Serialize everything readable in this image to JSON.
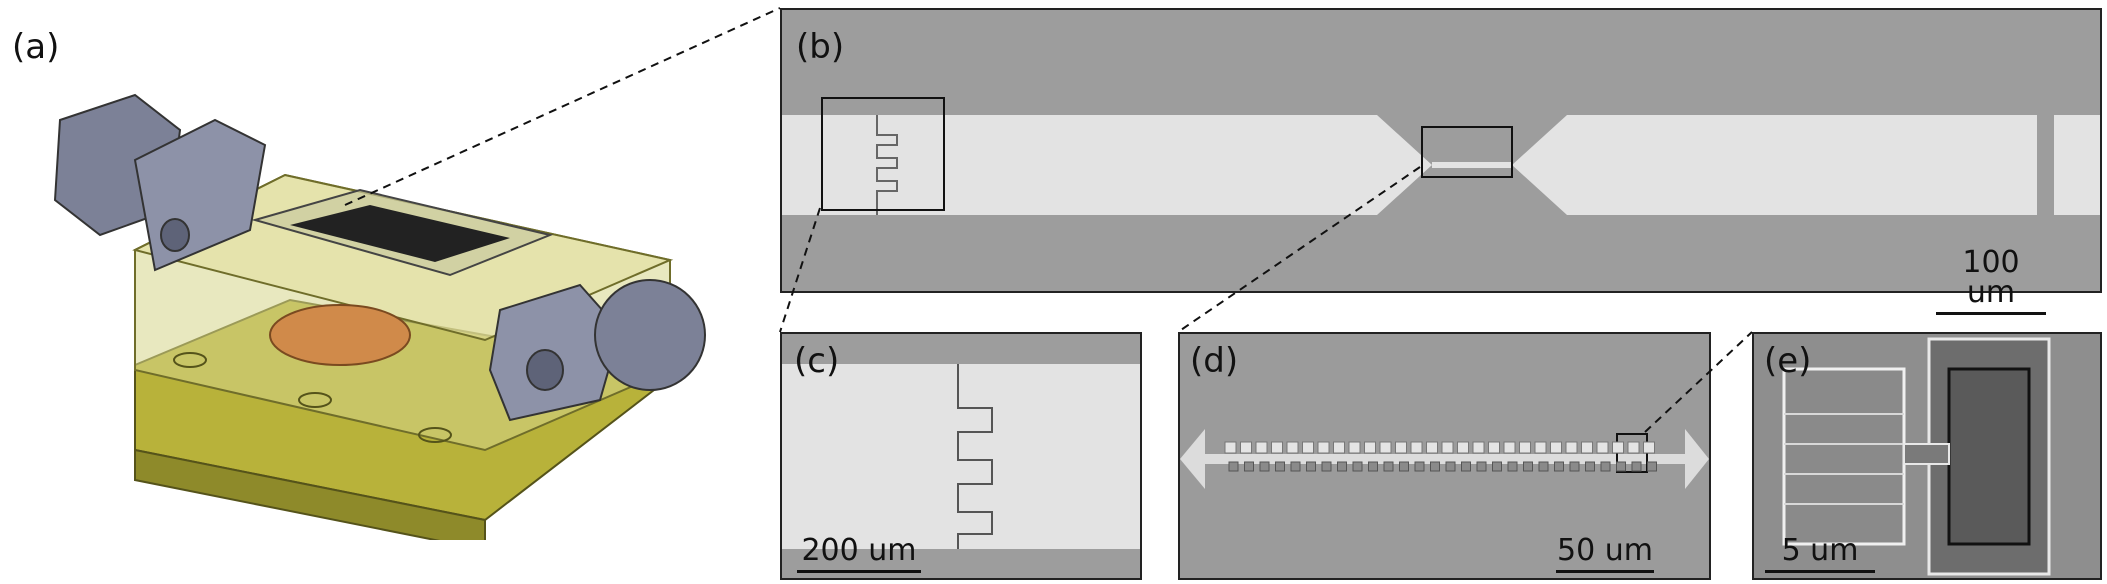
{
  "figure": {
    "panels": {
      "a": {
        "label": "(a)"
      },
      "b": {
        "label": "(b)",
        "scale_bar": "100 um"
      },
      "c": {
        "label": "(c)",
        "scale_bar": "200 um"
      },
      "d": {
        "label": "(d)",
        "scale_bar": "50 um"
      },
      "e": {
        "label": "(e)",
        "scale_bar": "5 um"
      }
    }
  }
}
